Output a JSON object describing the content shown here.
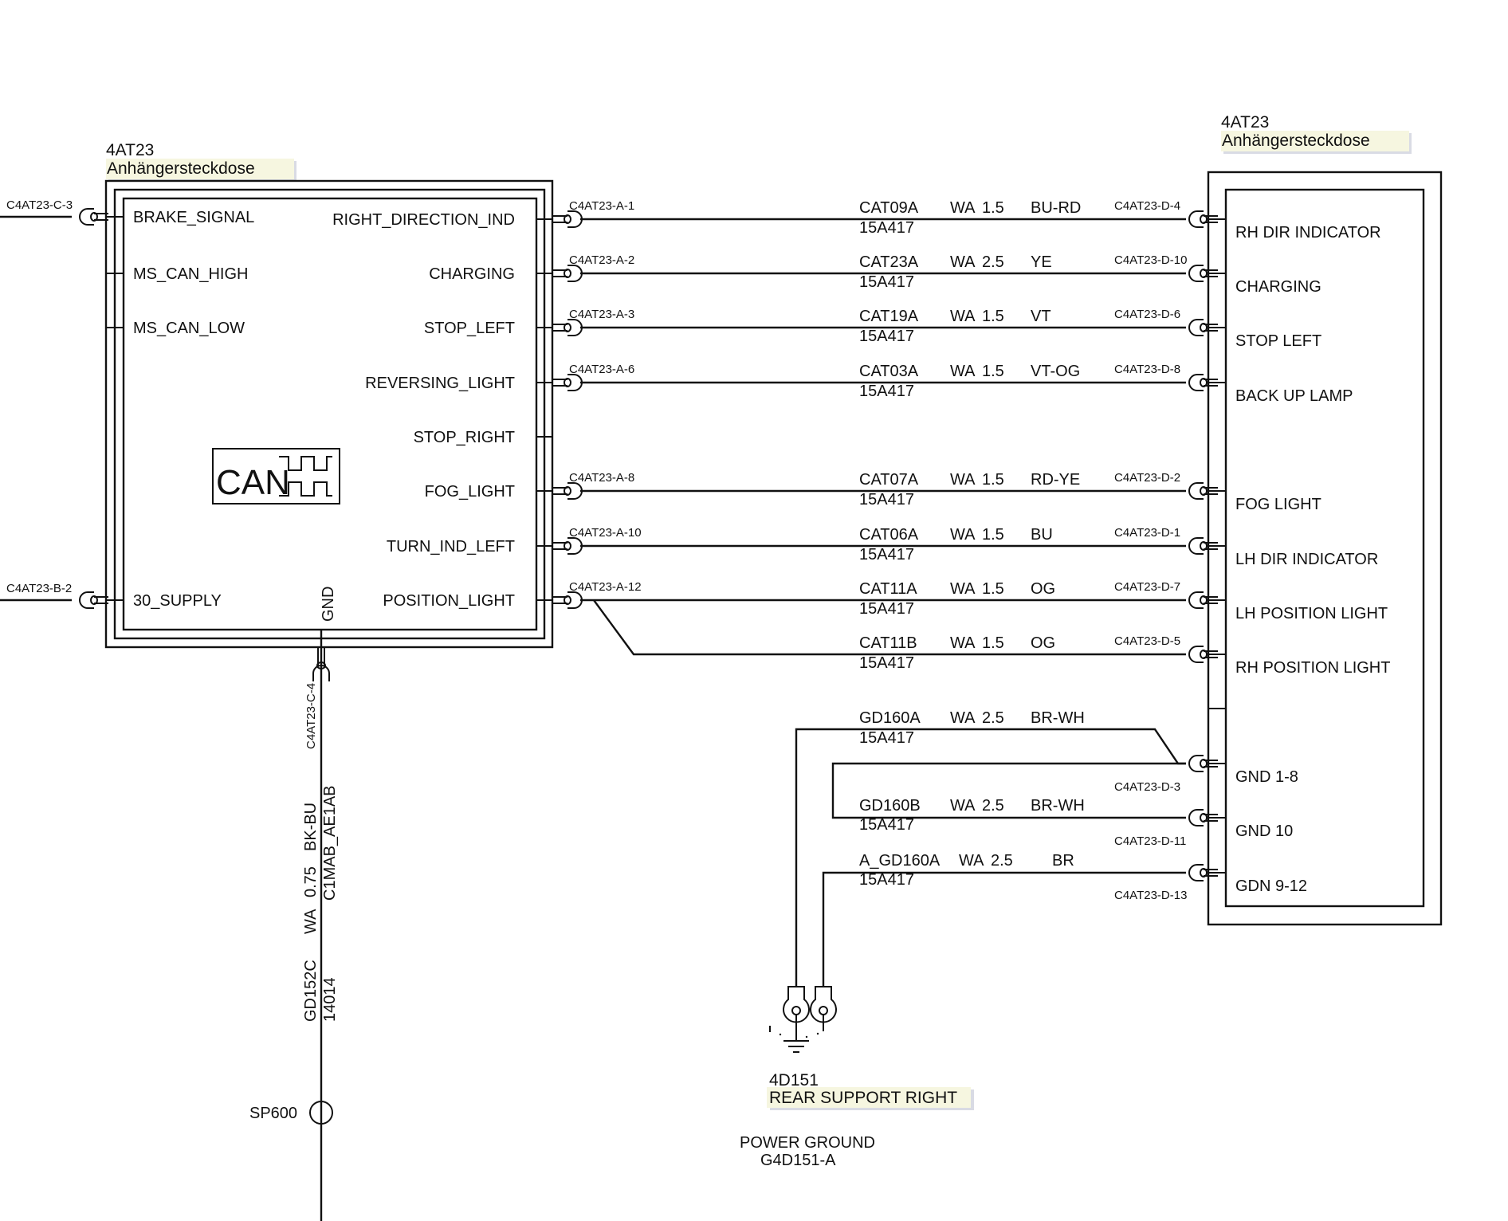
{
  "left_component": {
    "id": "4AT23",
    "name": "Anhängersteckdose",
    "can_label": "CAN",
    "left_pins": [
      {
        "label": "BRAKE_SIGNAL",
        "connector": "C4AT23-C-3"
      },
      {
        "label": "MS_CAN_HIGH",
        "connector": ""
      },
      {
        "label": "MS_CAN_LOW",
        "connector": ""
      },
      {
        "label": "30_SUPPLY",
        "connector": "C4AT23-B-2"
      }
    ],
    "right_pins": [
      {
        "label": "RIGHT_DIRECTION_IND"
      },
      {
        "label": "CHARGING"
      },
      {
        "label": "STOP_LEFT"
      },
      {
        "label": "REVERSING_LIGHT"
      },
      {
        "label": "STOP_RIGHT"
      },
      {
        "label": "FOG_LIGHT"
      },
      {
        "label": "TURN_IND_LEFT"
      },
      {
        "label": "POSITION_LIGHT"
      }
    ],
    "gnd_pin": {
      "label": "GND",
      "connector": "C4AT23-C-4"
    }
  },
  "right_component": {
    "id": "4AT23",
    "name": "Anhängersteckdose",
    "pins": [
      "RH DIR INDICATOR",
      "CHARGING",
      "STOP LEFT",
      "BACK UP LAMP",
      "FOG LIGHT",
      "LH DIR INDICATOR",
      "LH POSITION LIGHT",
      "RH POSITION LIGHT",
      "GND 1-8",
      "GND 10",
      "GDN 9-12"
    ]
  },
  "wires": [
    {
      "from": "C4AT23-A-1",
      "circuit": "CAT09A",
      "type": "WA",
      "size": "1.5",
      "color": "BU-RD",
      "harness": "15A417",
      "to": "C4AT23-D-4"
    },
    {
      "from": "C4AT23-A-2",
      "circuit": "CAT23A",
      "type": "WA",
      "size": "2.5",
      "color": "YE",
      "harness": "15A417",
      "to": "C4AT23-D-10"
    },
    {
      "from": "C4AT23-A-3",
      "circuit": "CAT19A",
      "type": "WA",
      "size": "1.5",
      "color": "VT",
      "harness": "15A417",
      "to": "C4AT23-D-6"
    },
    {
      "from": "C4AT23-A-6",
      "circuit": "CAT03A",
      "type": "WA",
      "size": "1.5",
      "color": "VT-OG",
      "harness": "15A417",
      "to": "C4AT23-D-8"
    },
    {
      "from": "C4AT23-A-8",
      "circuit": "CAT07A",
      "type": "WA",
      "size": "1.5",
      "color": "RD-YE",
      "harness": "15A417",
      "to": "C4AT23-D-2"
    },
    {
      "from": "C4AT23-A-10",
      "circuit": "CAT06A",
      "type": "WA",
      "size": "1.5",
      "color": "BU",
      "harness": "15A417",
      "to": "C4AT23-D-1"
    },
    {
      "from": "C4AT23-A-12",
      "circuit": "CAT11A",
      "type": "WA",
      "size": "1.5",
      "color": "OG",
      "harness": "15A417",
      "to": "C4AT23-D-7"
    },
    {
      "from": "",
      "circuit": "CAT11B",
      "type": "WA",
      "size": "1.5",
      "color": "OG",
      "harness": "15A417",
      "to": "C4AT23-D-5"
    }
  ],
  "ground_wires": [
    {
      "circuit": "GD160A",
      "type": "WA",
      "size": "2.5",
      "color": "BR-WH",
      "harness": "15A417",
      "to": "C4AT23-D-3"
    },
    {
      "circuit": "GD160B",
      "type": "WA",
      "size": "2.5",
      "color": "BR-WH",
      "harness": "15A417",
      "to": "C4AT23-D-11"
    },
    {
      "circuit": "A_GD160A",
      "type": "WA",
      "size": "2.5",
      "color": "BR",
      "harness": "15A417",
      "to": "C4AT23-D-13"
    }
  ],
  "gnd_wire": {
    "circuit": "GD152C",
    "harness": "14014",
    "type": "WA",
    "size": "0.75",
    "color": "BK-BU",
    "extra": "C1MAB_AE1AB"
  },
  "splice": {
    "label": "SP600"
  },
  "ground_point": {
    "id": "4D151",
    "name": "REAR SUPPORT RIGHT",
    "desc": "POWER GROUND",
    "code": "G4D151-A"
  }
}
